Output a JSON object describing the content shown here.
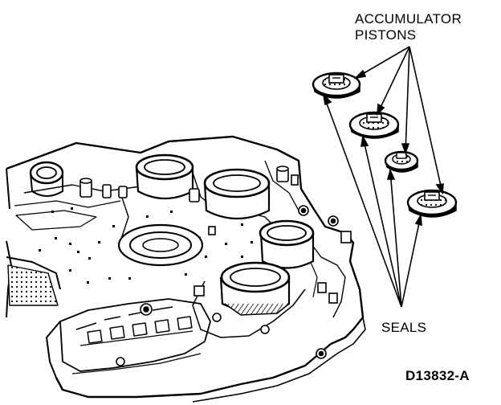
{
  "labels": {
    "accumulator_line1": "ACCUMULATOR",
    "accumulator_line2": "PISTONS",
    "seals": "SEALS",
    "figure_code": "D13832-A"
  },
  "pistons": [
    {
      "id": 1
    },
    {
      "id": 2
    },
    {
      "id": 3
    },
    {
      "id": 4
    }
  ],
  "colors": {
    "ink": "#000000",
    "paper": "#ffffff"
  }
}
